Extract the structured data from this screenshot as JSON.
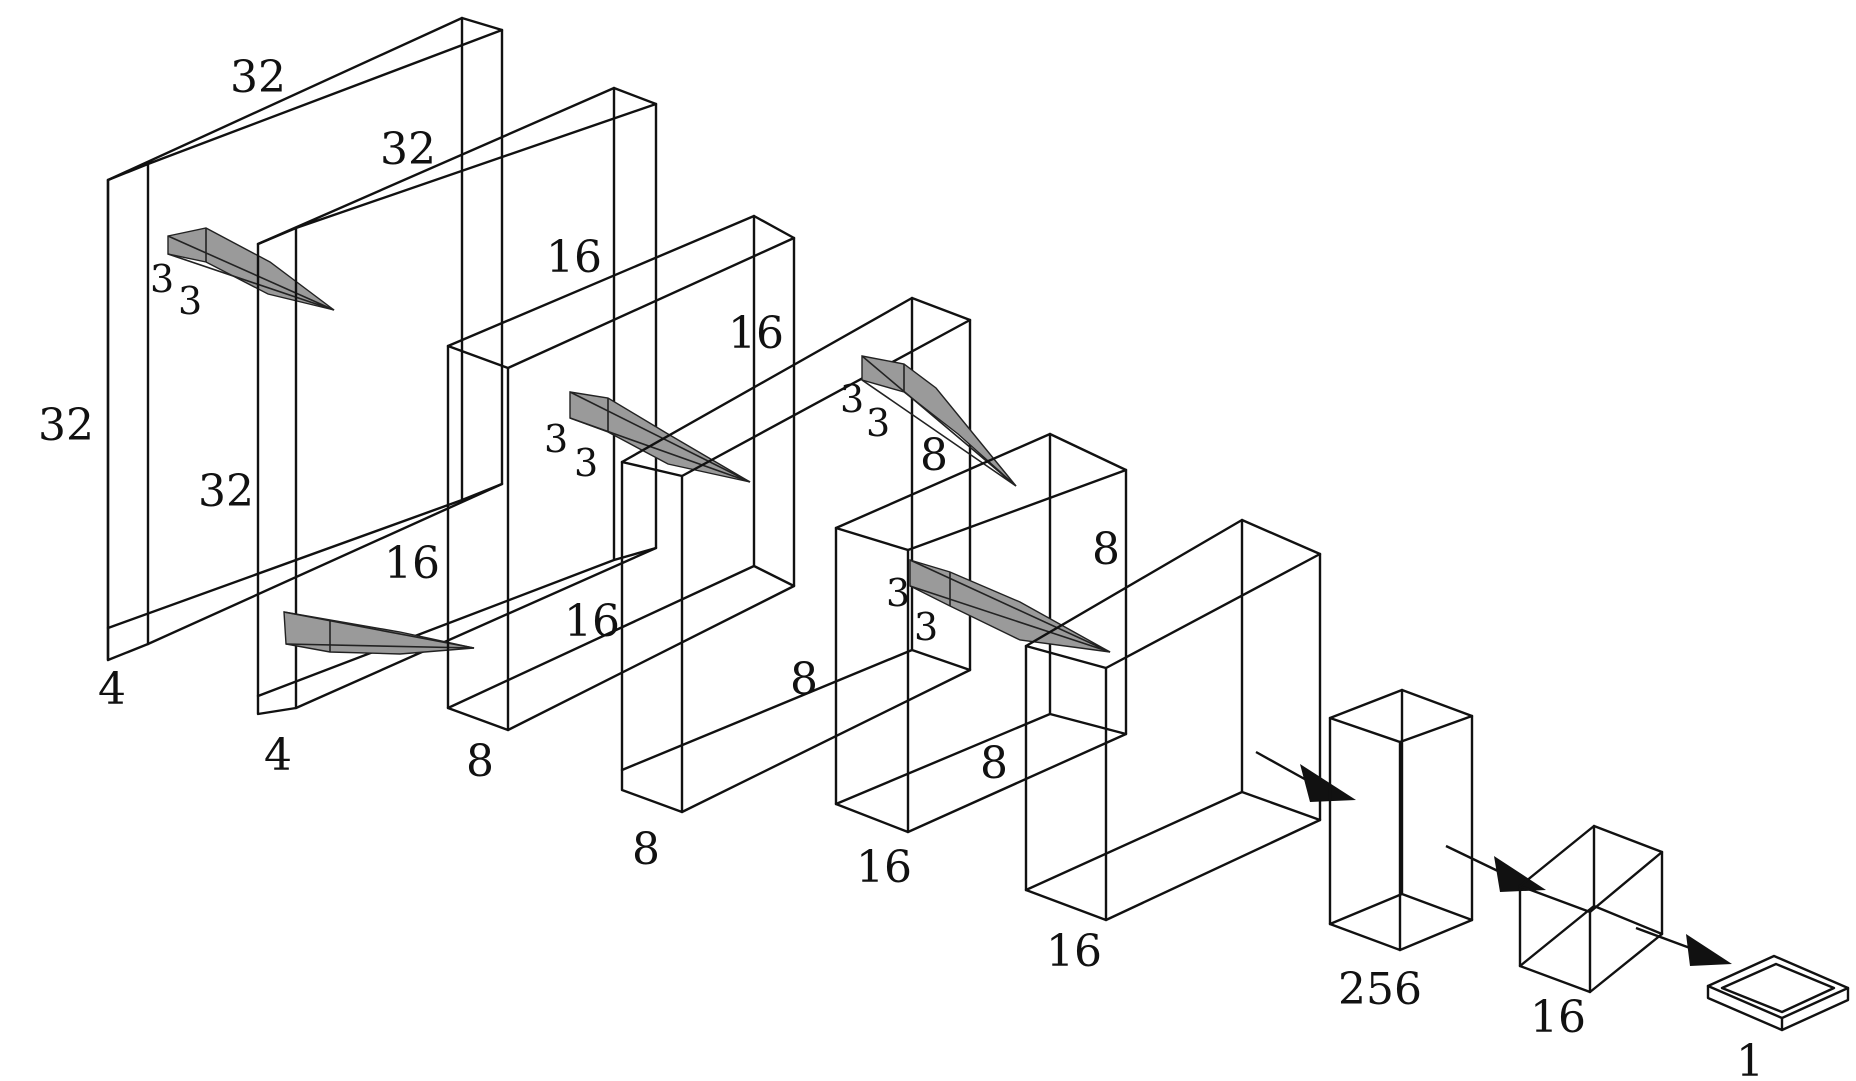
{
  "diagram": {
    "layers": [
      {
        "id": "input",
        "height": "32",
        "width": "32",
        "depth": "4"
      },
      {
        "id": "conv1",
        "height": "32",
        "width": "32",
        "depth": "4"
      },
      {
        "id": "pool1",
        "height": "16",
        "width": "16",
        "depth": "8"
      },
      {
        "id": "conv2",
        "height": "16",
        "width": "16",
        "depth": "8"
      },
      {
        "id": "pool2",
        "height": "8",
        "width": "8",
        "depth": "16"
      },
      {
        "id": "conv3",
        "height": "8",
        "width": "8",
        "depth": "16"
      },
      {
        "id": "fc1",
        "depth": "256"
      },
      {
        "id": "fc2",
        "depth": "16"
      },
      {
        "id": "output",
        "depth": "1"
      }
    ],
    "kernels": [
      {
        "h": "3",
        "w": "3"
      },
      {
        "h": "3",
        "w": "3"
      },
      {
        "h": "3",
        "w": "3"
      },
      {
        "h": "3",
        "w": "3"
      }
    ],
    "colors": {
      "line": "#111111",
      "kernel_fill": "#9a9a9a",
      "background": "#ffffff"
    },
    "arrow_icon": "arrowhead-icon"
  }
}
